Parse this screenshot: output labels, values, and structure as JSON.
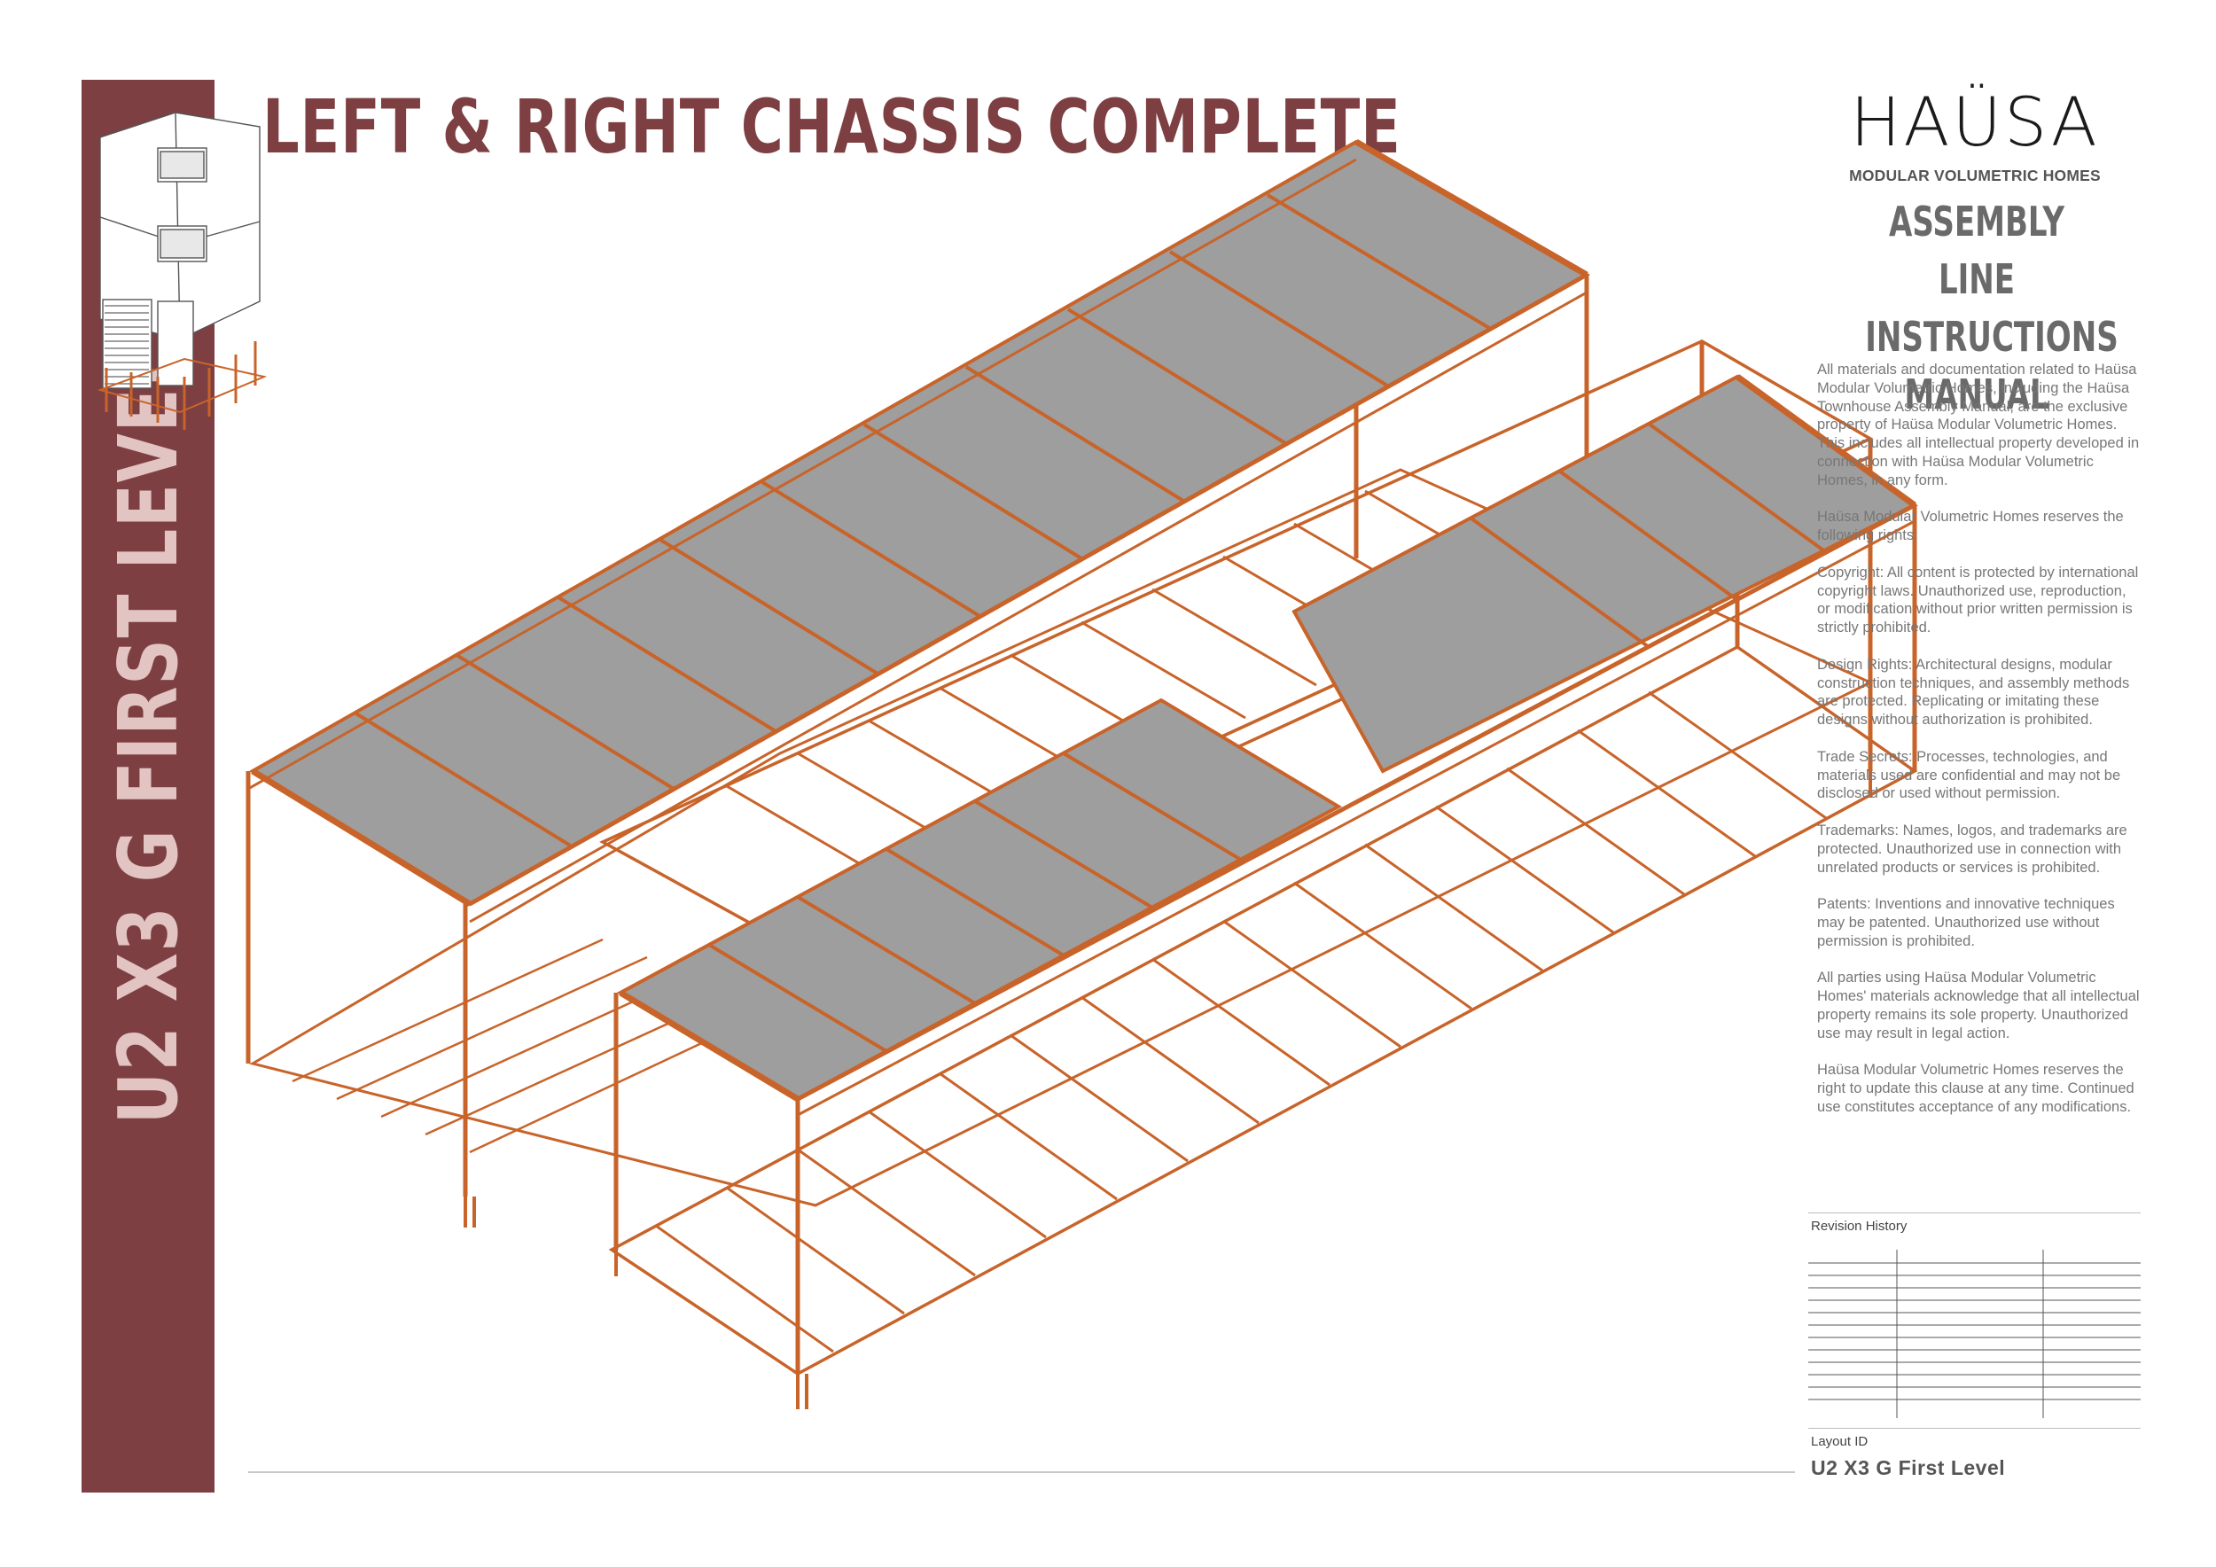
{
  "page": {
    "title": "LEFT & RIGHT CHASSIS COMPLETE",
    "side_title": "U2 X3 G FIRST LEVEL"
  },
  "brand": {
    "logo": "HAÜSA",
    "tagline": "MODULAR VOLUMETRIC HOMES",
    "manual_lines": [
      "ASSEMBLY LINE",
      "INSTRUCTIONS",
      "MANUAL"
    ]
  },
  "legal": [
    "All materials and documentation related to Haüsa Modular Volumetric Homes, including the Haüsa Townhouse Assembly Manual, are the exclusive property of Haüsa Modular Volumetric Homes. This includes all intellectual property developed in connection with Haüsa Modular Volumetric Homes, in any form.",
    "Haüsa Modular Volumetric Homes reserves the following rights:",
    "Copyright: All content is protected by international copyright laws. Unauthorized use, reproduction, or modification without prior written permission is strictly prohibited.",
    "Design Rights: Architectural designs, modular construction techniques, and assembly methods are protected. Replicating or imitating these designs without authorization is prohibited.",
    "Trade Secrets: Processes, technologies, and materials used are confidential and may not be disclosed or used without permission.",
    "Trademarks: Names, logos, and trademarks are protected. Unauthorized use in connection with unrelated products or services is prohibited.",
    "Patents: Inventions and innovative techniques may be patented. Unauthorized use without permission is prohibited.",
    "All parties using Haüsa Modular Volumetric Homes' materials acknowledge that all intellectual property remains its sole property. Unauthorized use may result in legal action.",
    "Haüsa Modular Volumetric Homes reserves the right to update this clause at any time. Continued use constitutes acceptance of any modifications."
  ],
  "revision": {
    "label": "Revision History"
  },
  "layout": {
    "label": "Layout ID",
    "value": "U2 X3 G First Level"
  },
  "colors": {
    "maroon": "#7d3f42",
    "side_text": "#e2c4c3",
    "frame": "#c8642a",
    "deck": "#9e9e9e"
  }
}
